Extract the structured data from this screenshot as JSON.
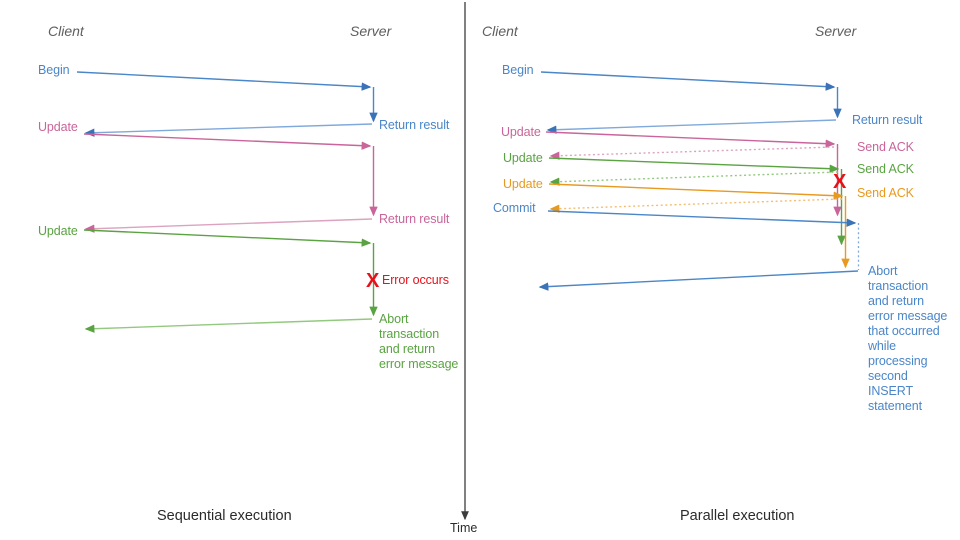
{
  "colors": {
    "blue": "#4a86c8",
    "blue_light": "#7fa9da",
    "blue_dark": "#3a73b8",
    "pink": "#c9659a",
    "pink_light": "#dba3c0",
    "green": "#5aa342",
    "green_light": "#93c97e",
    "orange": "#e8991f",
    "orange_light": "#f3be70",
    "red": "#e8111a",
    "grey": "#5e5e5e",
    "axis": "#3c3c3c",
    "text_dark": "#2b2b2b"
  },
  "time_axis": {
    "label": "Time"
  },
  "panels": [
    {
      "id": "sequential",
      "caption": "Sequential execution",
      "actors": {
        "client": "Client",
        "server": "Server"
      },
      "client_labels": [
        {
          "text": "Begin",
          "color": "blue"
        },
        {
          "text": "Update",
          "color": "pink"
        },
        {
          "text": "Update",
          "color": "green"
        }
      ],
      "server_labels": [
        {
          "text": "Return result",
          "color": "blue"
        },
        {
          "text": "Return result",
          "color": "pink"
        },
        {
          "text": "Error occurs",
          "color": "red"
        }
      ],
      "error_marker": "X",
      "abort_note": "Abort\ntransaction\nand return\nerror message",
      "abort_note_color": "green"
    },
    {
      "id": "parallel",
      "caption": "Parallel execution",
      "actors": {
        "client": "Client",
        "server": "Server"
      },
      "client_labels": [
        {
          "text": "Begin",
          "color": "blue"
        },
        {
          "text": "Update",
          "color": "pink"
        },
        {
          "text": "Update",
          "color": "green"
        },
        {
          "text": "Update",
          "color": "orange"
        },
        {
          "text": "Commit",
          "color": "blue"
        }
      ],
      "server_labels": [
        {
          "text": "Return result",
          "color": "blue"
        },
        {
          "text": "Send ACK",
          "color": "pink"
        },
        {
          "text": "Send ACK",
          "color": "green"
        },
        {
          "text": "Send ACK",
          "color": "orange"
        }
      ],
      "error_marker": "X",
      "abort_note": "Abort\ntransaction\nand return\nerror message\nthat occurred\nwhile\nprocessing\nsecond\nINSERT\nstatement",
      "abort_note_color": "blue"
    }
  ],
  "chart_data": {
    "type": "diagram",
    "title": "Sequential vs Parallel transaction execution sequence diagram",
    "sequential_messages": [
      {
        "step": 1,
        "from": "client",
        "to": "server",
        "label": "Begin",
        "color": "blue"
      },
      {
        "step": 2,
        "from": "server",
        "to": "client",
        "label": "Return result",
        "color": "blue"
      },
      {
        "step": 3,
        "from": "client",
        "to": "server",
        "label": "Update",
        "color": "pink"
      },
      {
        "step": 4,
        "from": "server",
        "to": "client",
        "label": "Return result",
        "color": "pink"
      },
      {
        "step": 5,
        "from": "client",
        "to": "server",
        "label": "Update",
        "color": "green"
      },
      {
        "step": 6,
        "from": "server",
        "to": "server",
        "label": "Error occurs",
        "color": "red"
      },
      {
        "step": 7,
        "from": "server",
        "to": "client",
        "label": "Abort transaction and return error message",
        "color": "green"
      }
    ],
    "parallel_messages": [
      {
        "step": 1,
        "from": "client",
        "to": "server",
        "label": "Begin",
        "color": "blue"
      },
      {
        "step": 2,
        "from": "server",
        "to": "client",
        "label": "Return result",
        "color": "blue"
      },
      {
        "step": 3,
        "from": "client",
        "to": "server",
        "label": "Update",
        "color": "pink"
      },
      {
        "step": 4,
        "from": "server",
        "to": "client",
        "label": "Send ACK",
        "color": "pink"
      },
      {
        "step": 5,
        "from": "client",
        "to": "server",
        "label": "Update",
        "color": "green"
      },
      {
        "step": 6,
        "from": "server",
        "to": "client",
        "label": "Send ACK",
        "color": "green"
      },
      {
        "step": 7,
        "from": "client",
        "to": "server",
        "label": "Update",
        "color": "orange"
      },
      {
        "step": 8,
        "from": "server",
        "to": "server",
        "label": "Error occurs",
        "color": "red"
      },
      {
        "step": 9,
        "from": "server",
        "to": "client",
        "label": "Send ACK",
        "color": "orange"
      },
      {
        "step": 10,
        "from": "client",
        "to": "server",
        "label": "Commit",
        "color": "blue"
      },
      {
        "step": 11,
        "from": "server",
        "to": "client",
        "label": "Abort transaction and return error message that occurred while processing second INSERT statement",
        "color": "blue"
      }
    ]
  }
}
